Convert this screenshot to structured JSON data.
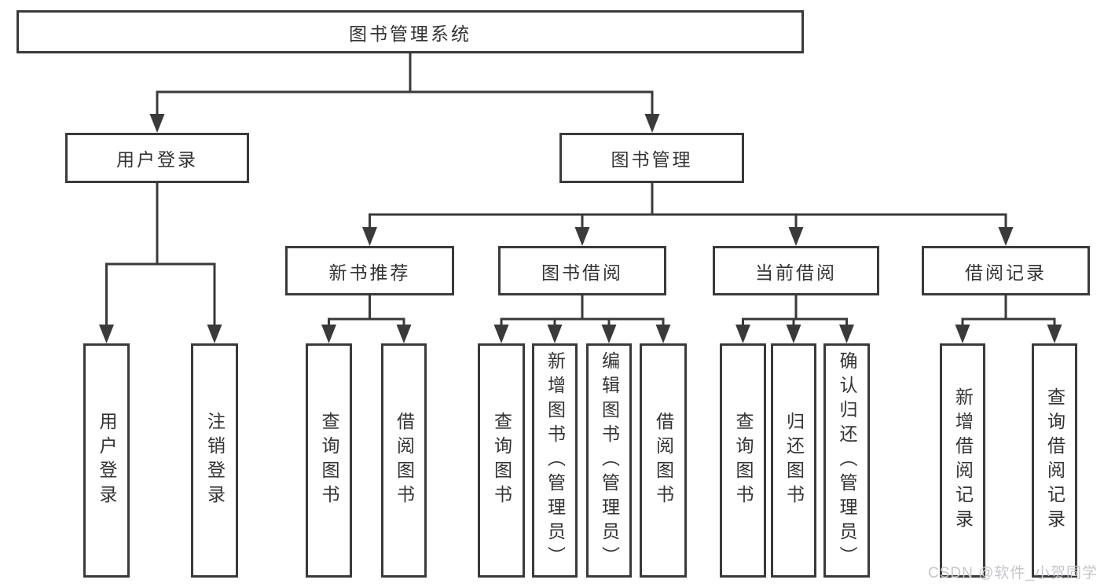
{
  "nodes": {
    "root": {
      "label": "图书管理系统"
    },
    "level2": [
      {
        "label": "用户登录"
      },
      {
        "label": "图书管理"
      }
    ],
    "level3": [
      {
        "label": "新书推荐",
        "parent": "图书管理"
      },
      {
        "label": "图书借阅",
        "parent": "图书管理"
      },
      {
        "label": "当前借阅",
        "parent": "图书管理"
      },
      {
        "label": "借阅记录",
        "parent": "图书管理"
      }
    ],
    "leaves": [
      {
        "label": "用户登录",
        "parent": "用户登录"
      },
      {
        "label": "注销登录",
        "parent": "用户登录"
      },
      {
        "label": "查询图书",
        "parent": "新书推荐"
      },
      {
        "label": "借阅图书",
        "parent": "新书推荐"
      },
      {
        "label": "查询图书",
        "parent": "图书借阅"
      },
      {
        "label": "新增图书（管理员）",
        "parent": "图书借阅"
      },
      {
        "label": "编辑图书（管理员）",
        "parent": "图书借阅"
      },
      {
        "label": "借阅图书",
        "parent": "图书借阅"
      },
      {
        "label": "查询图书",
        "parent": "当前借阅"
      },
      {
        "label": "归还图书",
        "parent": "当前借阅"
      },
      {
        "label": "确认归还（管理员）",
        "parent": "当前借阅"
      },
      {
        "label": "新增借阅记录",
        "parent": "借阅记录"
      },
      {
        "label": "查询借阅记录",
        "parent": "借阅记录"
      }
    ]
  },
  "watermark": "CSDN @软件_小贺同学",
  "colors": {
    "line": "#3a3a3a",
    "box_border": "#3a3a3a",
    "text": "#333333",
    "watermark": "#c6c6cb",
    "background": "#ffffff"
  }
}
